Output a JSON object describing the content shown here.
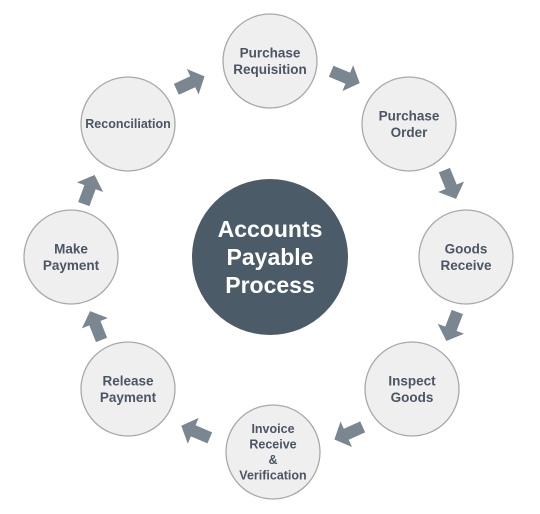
{
  "diagram": {
    "center": {
      "lines": [
        "Accounts",
        "Payable",
        "Process"
      ],
      "fill": "#4b5b68",
      "text_color": "#ffffff"
    },
    "step_fill": "#efefef",
    "step_stroke": "#a9a9a9",
    "step_text_color": "#4b5563",
    "arrow_color": "#7a8790",
    "steps": [
      {
        "id": "purchase-requisition",
        "lines": [
          "Purchase",
          "Requisition"
        ]
      },
      {
        "id": "purchase-order",
        "lines": [
          "Purchase",
          "Order"
        ]
      },
      {
        "id": "goods-receive",
        "lines": [
          "Goods",
          "Receive"
        ]
      },
      {
        "id": "inspect-goods",
        "lines": [
          "Inspect",
          "Goods"
        ]
      },
      {
        "id": "invoice-receive-verification",
        "lines": [
          "Invoice",
          "Receive",
          "&",
          "Verification"
        ]
      },
      {
        "id": "release-payment",
        "lines": [
          "Release",
          "Payment"
        ]
      },
      {
        "id": "make-payment",
        "lines": [
          "Make",
          "Payment"
        ]
      },
      {
        "id": "reconciliation",
        "lines": [
          "Reconciliation"
        ]
      }
    ]
  }
}
